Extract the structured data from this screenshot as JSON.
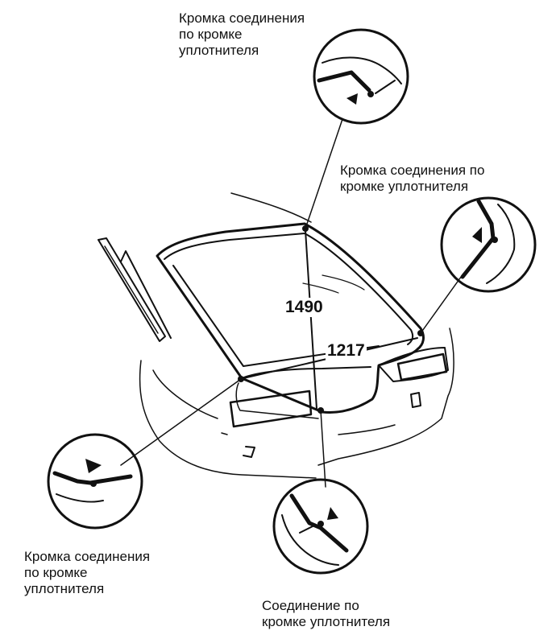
{
  "callouts": {
    "top": [
      "Кромка соединения",
      "по кромке",
      "уплотнителя"
    ],
    "right": [
      "Кромка соединения по",
      "кромке уплотнителя"
    ],
    "bottom_left": [
      "Кромка соединения",
      "по кромке",
      "уплотнителя"
    ],
    "bottom": [
      "Соединение по",
      "кромке уплотнителя"
    ]
  },
  "dimensions": {
    "height": "1490",
    "width": "1217"
  }
}
